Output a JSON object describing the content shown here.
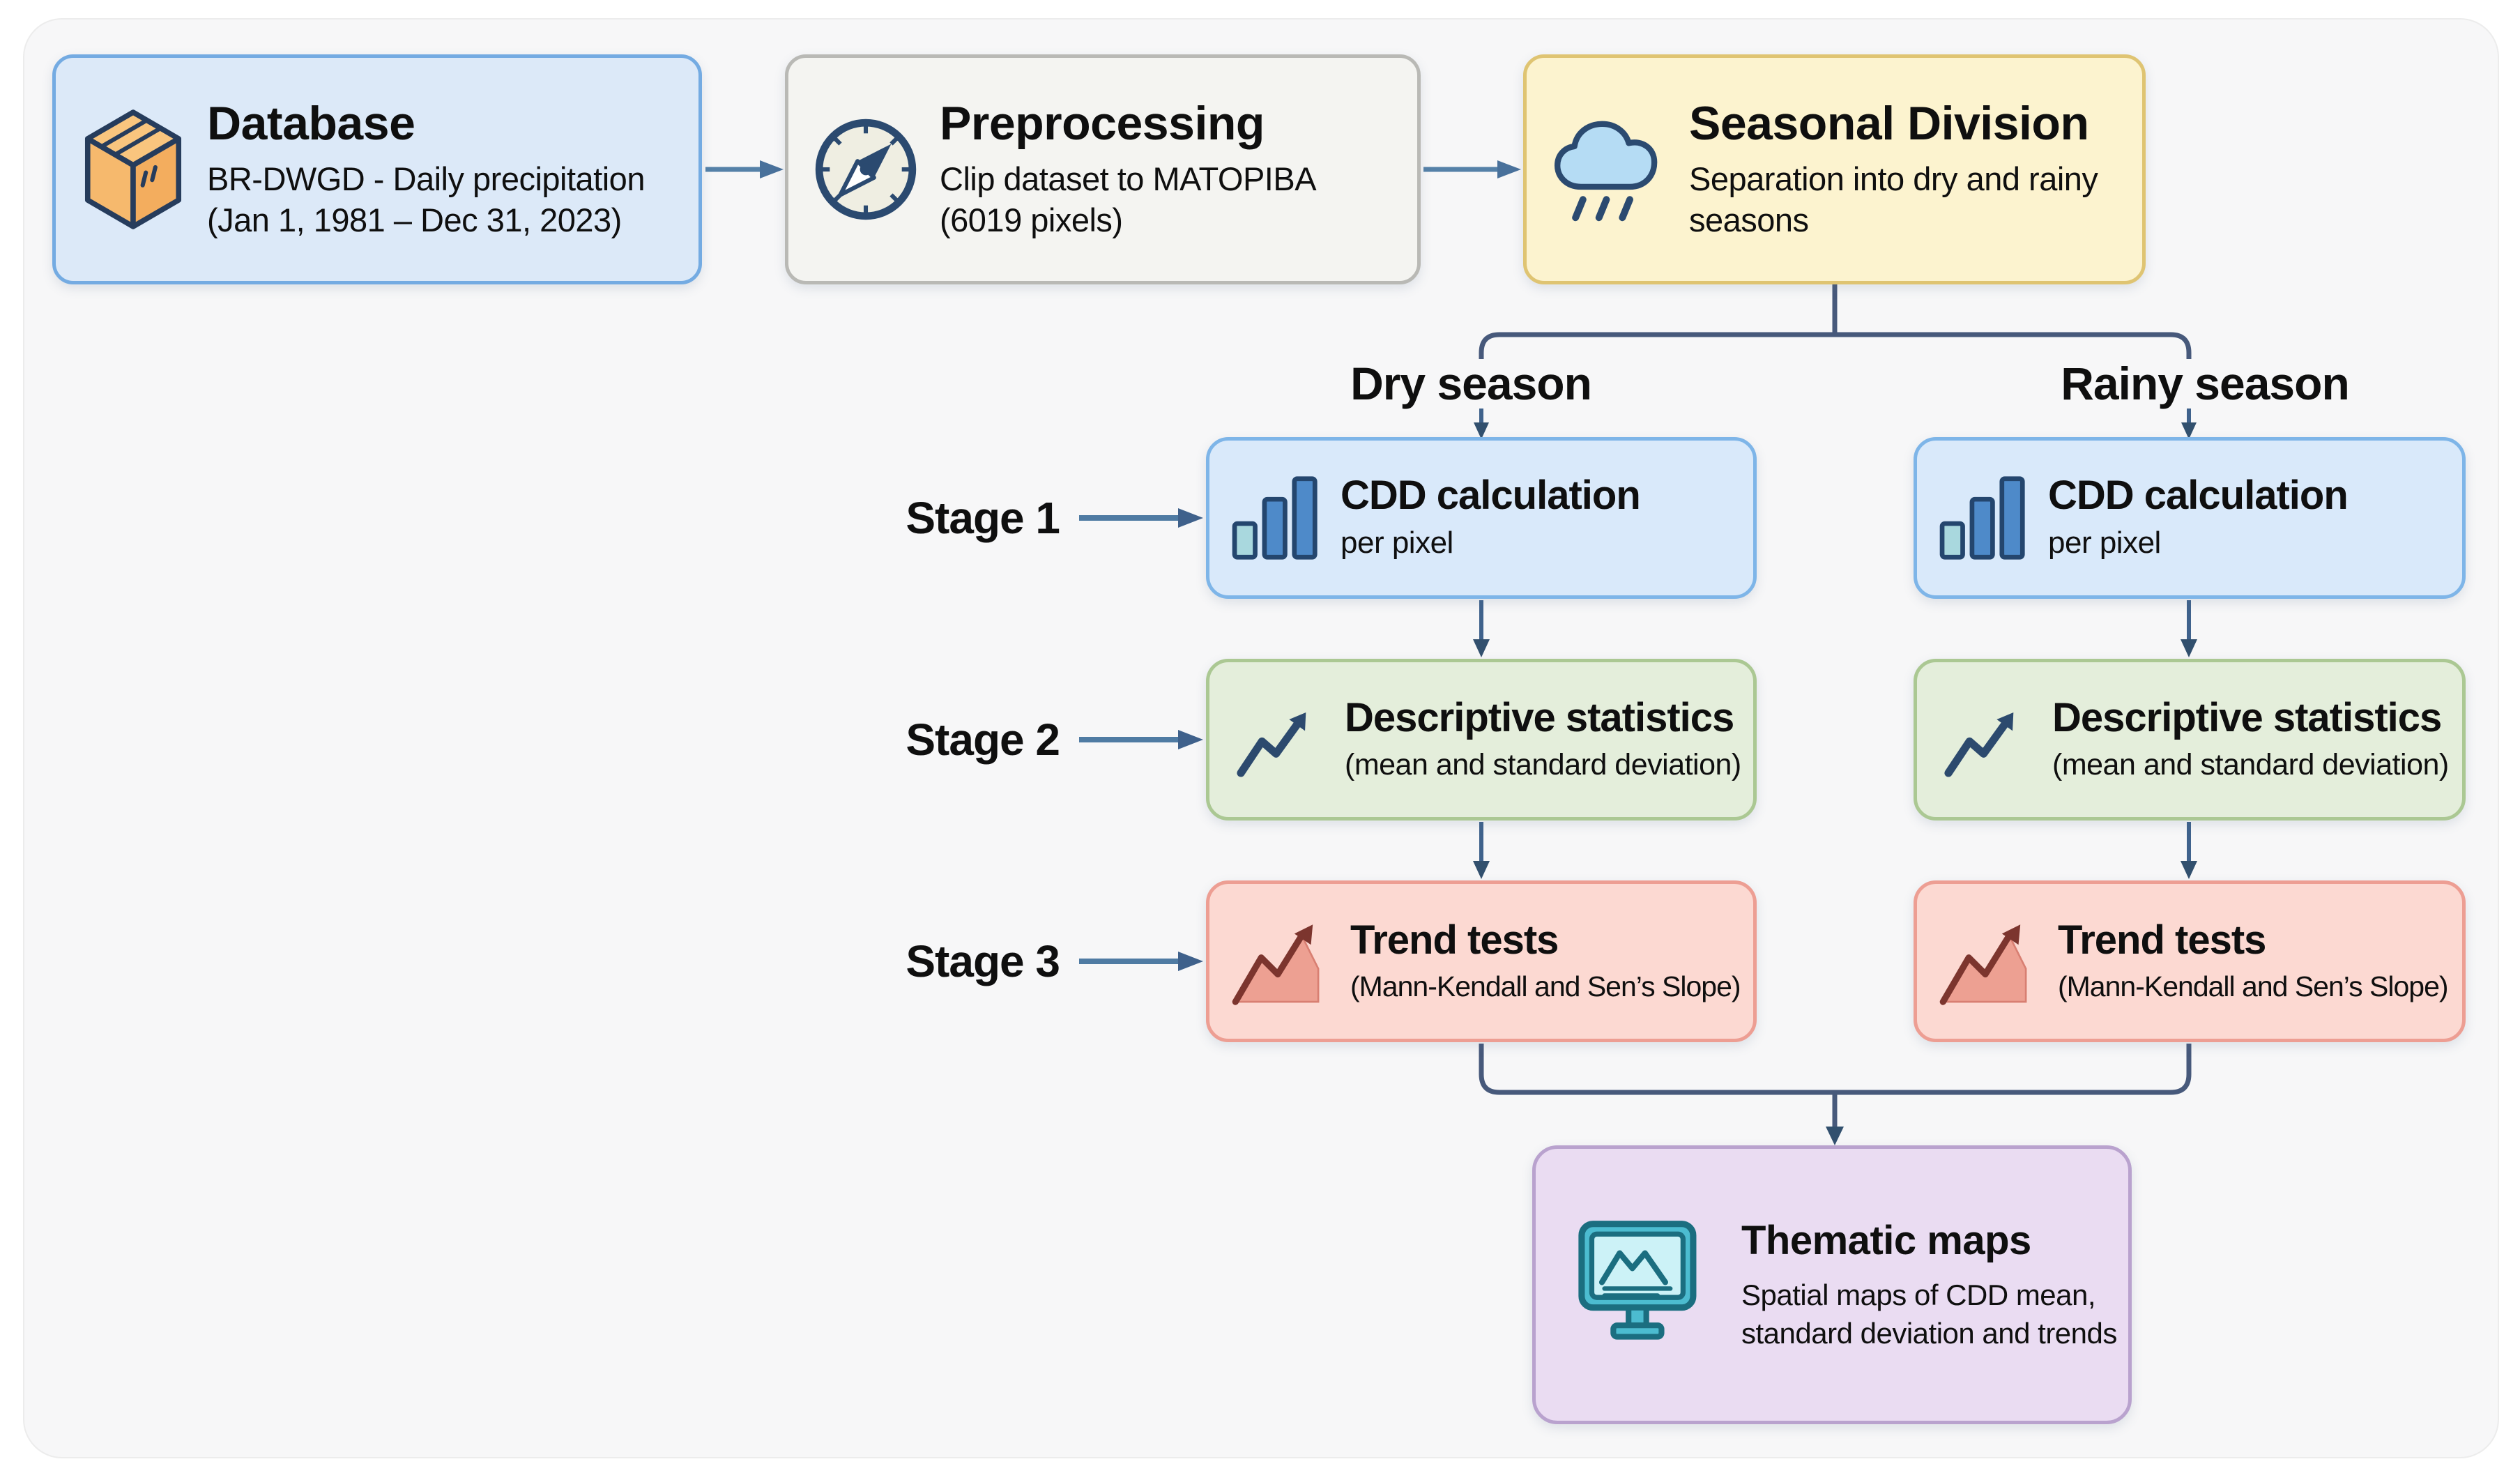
{
  "page": {
    "background": "#ffffff",
    "panel_background": "#f7f7f8"
  },
  "palette": {
    "connector_dark": "#47597b",
    "connector_steel": "#5581a8",
    "database_fill": "#dce9f8",
    "database_border": "#74abe2",
    "preprocessing_fill": "#f4f4f1",
    "preprocessing_border": "#b9b9b5",
    "seasonal_fill": "#fcf3cf",
    "seasonal_border": "#dfc472",
    "cdd_fill": "#d9e9fa",
    "cdd_border": "#7eb5e8",
    "stats_fill": "#e4eedb",
    "stats_border": "#abc893",
    "trend_fill": "#fcd9d2",
    "trend_border": "#ed9e93",
    "thematic_fill": "#eadcf2",
    "thematic_border": "#b9a2ce"
  },
  "nodes": {
    "database": {
      "title": "Database",
      "line1": "BR-DWGD - Daily precipitation",
      "line2": "(Jan 1, 1981 – Dec 31, 2023)",
      "icon": "package-icon"
    },
    "preprocessing": {
      "title": "Preprocessing",
      "line1": "Clip dataset to MATOPIBA",
      "line2": "(6019 pixels)",
      "icon": "compass-icon"
    },
    "seasonal_division": {
      "title": "Seasonal Division",
      "line1": "Separation into dry and rainy",
      "line2": "seasons",
      "icon": "rain-cloud-icon"
    },
    "thematic_maps": {
      "title": "Thematic maps",
      "line1": "Spatial maps of CDD mean,",
      "line2": "standard deviation and trends",
      "icon": "monitor-icon"
    }
  },
  "branch_labels": {
    "dry": "Dry season",
    "rainy": "Rainy season"
  },
  "stage_labels": {
    "stage1": "Stage 1",
    "stage2": "Stage 2",
    "stage3": "Stage 3"
  },
  "dry_column": {
    "cdd": {
      "title": "CDD calculation",
      "subtitle": "per pixel",
      "icon": "bar-chart-icon"
    },
    "stats": {
      "title": "Descriptive statistics",
      "subtitle": "(mean and standard deviation)",
      "icon": "line-chart-icon"
    },
    "trend": {
      "title": "Trend tests",
      "subtitle": "(Mann-Kendall and Sen’s Slope)",
      "icon": "area-chart-icon"
    }
  },
  "rainy_column": {
    "cdd": {
      "title": "CDD calculation",
      "subtitle": "per pixel",
      "icon": "bar-chart-icon"
    },
    "stats": {
      "title": "Descriptive statistics",
      "subtitle": "(mean and standard deviation)",
      "icon": "line-chart-icon"
    },
    "trend": {
      "title": "Trend tests",
      "subtitle": "(Mann-Kendall and Sen’s Slope)",
      "icon": "area-chart-icon"
    }
  }
}
